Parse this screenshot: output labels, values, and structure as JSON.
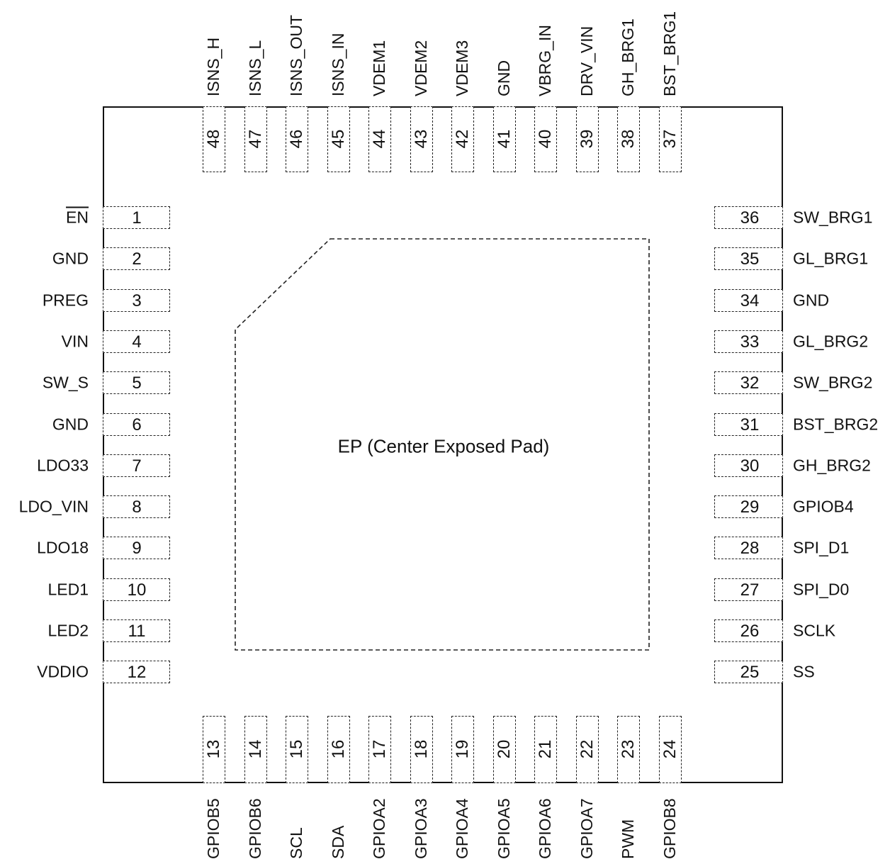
{
  "exposed_pad": {
    "label": "EP (Center Exposed Pad)"
  },
  "pins": {
    "left": [
      {
        "num": "1",
        "name": "EN",
        "overline": true
      },
      {
        "num": "2",
        "name": "GND"
      },
      {
        "num": "3",
        "name": "PREG"
      },
      {
        "num": "4",
        "name": "VIN"
      },
      {
        "num": "5",
        "name": "SW_S"
      },
      {
        "num": "6",
        "name": "GND"
      },
      {
        "num": "7",
        "name": "LDO33"
      },
      {
        "num": "8",
        "name": "LDO_VIN"
      },
      {
        "num": "9",
        "name": "LDO18"
      },
      {
        "num": "10",
        "name": "LED1"
      },
      {
        "num": "11",
        "name": "LED2"
      },
      {
        "num": "12",
        "name": "VDDIO"
      }
    ],
    "bottom": [
      {
        "num": "13",
        "name": "GPIOB5"
      },
      {
        "num": "14",
        "name": "GPIOB6"
      },
      {
        "num": "15",
        "name": "SCL"
      },
      {
        "num": "16",
        "name": "SDA"
      },
      {
        "num": "17",
        "name": "GPIOA2"
      },
      {
        "num": "18",
        "name": "GPIOA3"
      },
      {
        "num": "19",
        "name": "GPIOA4"
      },
      {
        "num": "20",
        "name": "GPIOA5"
      },
      {
        "num": "21",
        "name": "GPIOA6"
      },
      {
        "num": "22",
        "name": "GPIOA7"
      },
      {
        "num": "23",
        "name": "PWM"
      },
      {
        "num": "24",
        "name": "GPIOB8"
      }
    ],
    "right": [
      {
        "num": "36",
        "name": "SW_BRG1"
      },
      {
        "num": "35",
        "name": "GL_BRG1"
      },
      {
        "num": "34",
        "name": "GND"
      },
      {
        "num": "33",
        "name": "GL_BRG2"
      },
      {
        "num": "32",
        "name": "SW_BRG2"
      },
      {
        "num": "31",
        "name": "BST_BRG2"
      },
      {
        "num": "30",
        "name": "GH_BRG2"
      },
      {
        "num": "29",
        "name": "GPIOB4"
      },
      {
        "num": "28",
        "name": "SPI_D1"
      },
      {
        "num": "27",
        "name": "SPI_D0"
      },
      {
        "num": "26",
        "name": "SCLK"
      },
      {
        "num": "25",
        "name": "SS"
      }
    ],
    "top": [
      {
        "num": "48",
        "name": "ISNS_H"
      },
      {
        "num": "47",
        "name": "ISNS_L"
      },
      {
        "num": "46",
        "name": "ISNS_OUT"
      },
      {
        "num": "45",
        "name": "ISNS_IN"
      },
      {
        "num": "44",
        "name": "VDEM1"
      },
      {
        "num": "43",
        "name": "VDEM2"
      },
      {
        "num": "42",
        "name": "VDEM3"
      },
      {
        "num": "41",
        "name": "GND"
      },
      {
        "num": "40",
        "name": "VBRG_IN"
      },
      {
        "num": "39",
        "name": "DRV_VIN"
      },
      {
        "num": "38",
        "name": "GH_BRG1"
      },
      {
        "num": "37",
        "name": "BST_BRG1"
      }
    ]
  }
}
